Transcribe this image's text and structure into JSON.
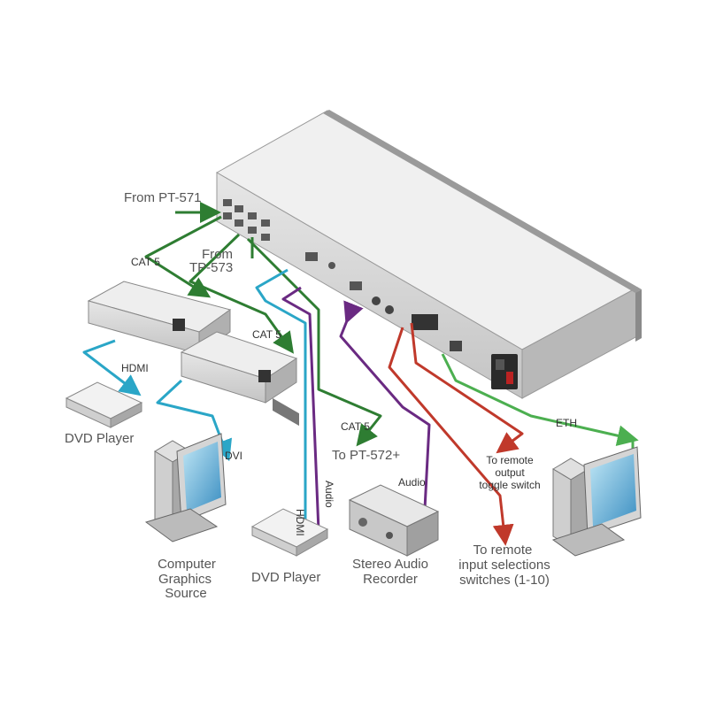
{
  "labels": {
    "from_pt571": "From PT-571",
    "from_tp573_line1": "From",
    "from_tp573_line2": "TP-573",
    "cat5_top": "CAT 5",
    "cat5_mid": "CAT 5",
    "cat5_bottom": "CAT 5",
    "to_pt572": "To PT-572+",
    "hdmi_left": "HDMI",
    "hdmi_vertical": "HDMI",
    "dvi": "DVI",
    "audio_vertical": "Audio",
    "audio_recorder": "Audio",
    "eth": "ETH",
    "dvd_player_left": "DVD Player",
    "dvd_player_bottom": "DVD Player",
    "computer_line1": "Computer",
    "computer_line2": "Graphics",
    "computer_line3": "Source",
    "recorder_line1": "Stereo Audio",
    "recorder_line2": "Recorder",
    "remote_output_line1": "To remote",
    "remote_output_line2": "output",
    "remote_output_line3": "toggle switch",
    "remote_input_line1": "To remote",
    "remote_input_line2": "input selections",
    "remote_input_line3": "switches (1-10)"
  },
  "colors": {
    "cat5": "#2e7d32",
    "hdmi": "#2aa6c7",
    "audio": "#6a2a82",
    "remote": "#c0392b",
    "eth": "#4caf50",
    "device": "#d8d8d8",
    "device_dark": "#8a8a8a"
  }
}
